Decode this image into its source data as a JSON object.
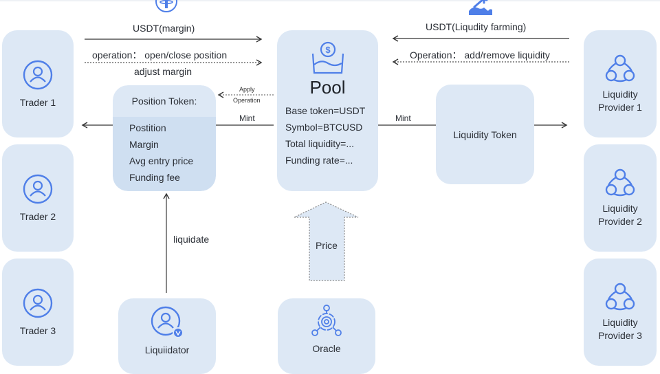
{
  "colors": {
    "box_fill": "#dde8f5",
    "box_fill_dark": "#cfdff1",
    "icon_blue": "#4f7fe8",
    "text": "#2b2f36",
    "line": "#333333"
  },
  "icons": {
    "usdt": "tether-usdt-icon",
    "farming": "shovel-farming-icon",
    "trader": "user-circle-icon",
    "provider": "three-node-group-icon",
    "pool": "coin-basin-icon",
    "liquidator": "user-shield-icon",
    "oracle": "oracle-network-icon"
  },
  "traders": [
    {
      "label": "Trader 1"
    },
    {
      "label": "Trader 2"
    },
    {
      "label": "Trader 3"
    }
  ],
  "providers": [
    {
      "line1": "Liquidity",
      "line2": "Provider 1"
    },
    {
      "line1": "Liquidity",
      "line2": "Provider 2"
    },
    {
      "line1": "Liquidity",
      "line2": "Provider 3"
    }
  ],
  "pool": {
    "title": "Pool",
    "lines": [
      "Base token=USDT",
      "Symbol=BTCUSD",
      "Total liquidity=...",
      "Funding rate=..."
    ]
  },
  "position_token": {
    "title": "Position Token:",
    "items": [
      "Postition",
      "Margin",
      "Avg entry price",
      "Funding fee"
    ]
  },
  "liquidity_token": {
    "label": "Liquidity Token"
  },
  "liquidator": {
    "label": "Liquiidator"
  },
  "oracle": {
    "label": "Oracle"
  },
  "arrows": {
    "usdt_margin": "USDT(margin)",
    "trader_operation": "operation： open/close position",
    "adjust_margin": "adjust margin",
    "usdt_farming": "USDT(Liqudity farming)",
    "lp_operation": "Operation： add/remove liquidity",
    "apply": "Apply",
    "operation": "Operation",
    "mint_left": "Mint",
    "mint_right": "Mint",
    "liquidate": "liquidate",
    "price": "Price"
  }
}
